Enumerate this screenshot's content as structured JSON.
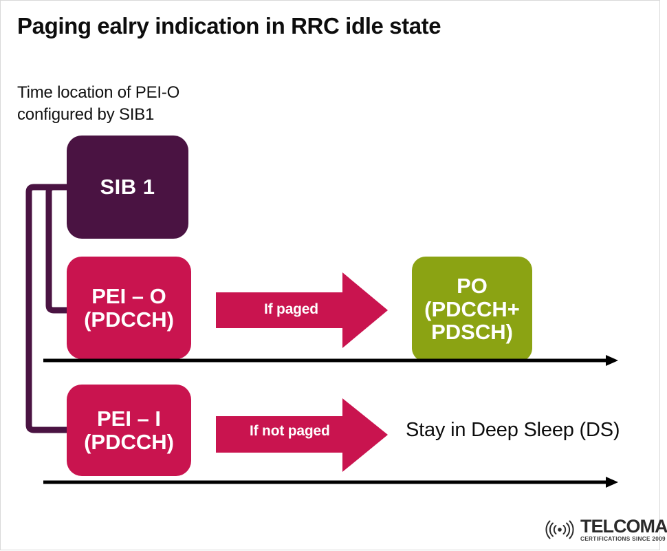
{
  "slide": {
    "title": "Paging ealry indication in RRC idle state",
    "subtitle_line1": "Time location of PEI-O",
    "subtitle_line2": "configured by SIB1"
  },
  "nodes": {
    "sib1": {
      "label": "SIB 1",
      "color": "#4A1342"
    },
    "pei_o": {
      "line1": "PEI – O",
      "line2": "(PDCCH)",
      "color": "#C9144F"
    },
    "pei_i": {
      "line1": "PEI – I",
      "line2": "(PDCCH)",
      "color": "#C9144F"
    },
    "po": {
      "line1": "PO",
      "line2": "(PDCCH+",
      "line3": "PDSCH)",
      "color": "#8BA313"
    }
  },
  "arrows": {
    "if_paged": "If paged",
    "if_not_paged": "If not paged",
    "connector_color": "#4A1342",
    "timeline_color": "#000000"
  },
  "labels": {
    "deep_sleep": "Stay in Deep Sleep (DS)"
  },
  "logo": {
    "name": "TELCOMA",
    "tagline": "CERTIFICATIONS SINCE 2009",
    "icon": "signal-wave-icon"
  }
}
